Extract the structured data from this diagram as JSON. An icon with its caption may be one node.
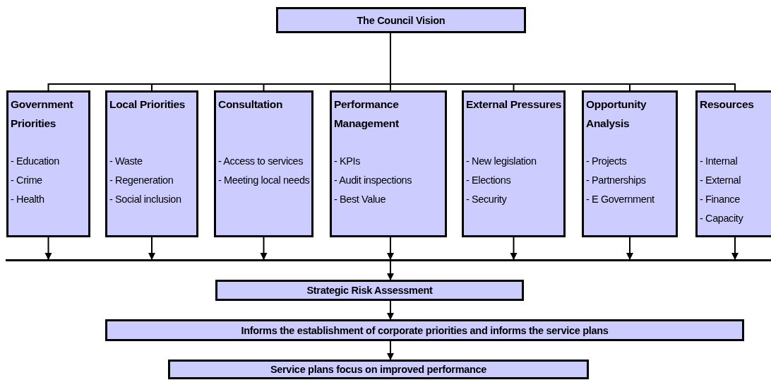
{
  "diagram": {
    "nodes": [
      {
        "text": [
          "The Council Vision"
        ]
      },
      {
        "text": [
          "Government Priorities",
          "- Education",
          "- Crime",
          "- Health"
        ]
      },
      {
        "text": [
          "Local Priorities",
          "- Waste",
          "- Regeneration",
          "- Social inclusion"
        ]
      },
      {
        "text": [
          "Consultation",
          "- Access to services",
          "- Meeting local needs"
        ]
      },
      {
        "text": [
          "Performance Management",
          "- KPIs",
          "- Audit inspections",
          "- Best Value"
        ]
      },
      {
        "text": [
          "External Pressures",
          "- New legislation",
          "- Elections",
          "- Security"
        ]
      },
      {
        "text": [
          "Opportunity Analysis",
          "- Projects",
          "- Partnerships",
          "- E Government"
        ]
      },
      {
        "text": [
          "Resources",
          "- Internal",
          "- External",
          "- Finance",
          "- Capacity"
        ]
      },
      {
        "text": [],
        "shape": "bar"
      },
      {
        "text": [
          "Strategic Risk Assessment"
        ]
      },
      {
        "text": [
          "Informs the establishment of corporate priorities and informs the service plans"
        ]
      },
      {
        "text": [
          "Service plans focus on improved performance"
        ]
      }
    ],
    "edges": [
      {
        "from": 0,
        "to": 1,
        "arrow": "none"
      },
      {
        "from": 0,
        "to": 2,
        "arrow": "none"
      },
      {
        "from": 0,
        "to": 3,
        "arrow": "none"
      },
      {
        "from": 0,
        "to": 4,
        "arrow": "none"
      },
      {
        "from": 0,
        "to": 5,
        "arrow": "none"
      },
      {
        "from": 0,
        "to": 6,
        "arrow": "none"
      },
      {
        "from": 0,
        "to": 7,
        "arrow": "none"
      },
      {
        "from": 1,
        "to": 8,
        "arrow": "to"
      },
      {
        "from": 2,
        "to": 8,
        "arrow": "to"
      },
      {
        "from": 3,
        "to": 8,
        "arrow": "to"
      },
      {
        "from": 4,
        "to": 8,
        "arrow": "to"
      },
      {
        "from": 5,
        "to": 8,
        "arrow": "to"
      },
      {
        "from": 6,
        "to": 8,
        "arrow": "to"
      },
      {
        "from": 7,
        "to": 8,
        "arrow": "to"
      },
      {
        "from": 8,
        "to": 9,
        "arrow": "to"
      },
      {
        "from": 9,
        "to": 10,
        "arrow": "to"
      },
      {
        "from": 10,
        "to": 11,
        "arrow": "to"
      }
    ]
  }
}
